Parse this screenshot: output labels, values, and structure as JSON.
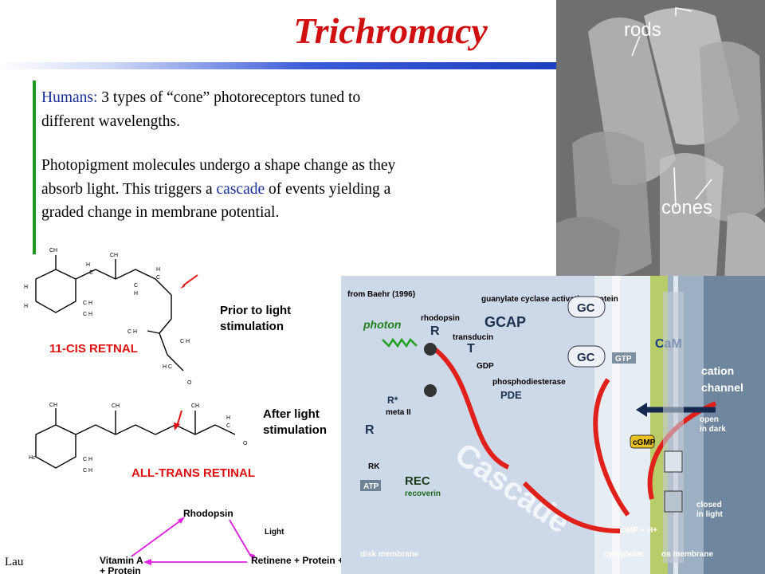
{
  "slide": {
    "title": "Trichromacy",
    "paragraph1_lead": "Humans:",
    "paragraph1_rest": " 3 types of “cone” photoreceptors tuned to different wavelengths.",
    "paragraph2_a": "Photopigment molecules undergo a shape change as they absorb light. This triggers a ",
    "paragraph2_link": "cascade",
    "paragraph2_b": " of events yielding a graded change in membrane potential.",
    "footer": "Lau"
  },
  "photo": {
    "rods_label": "rods",
    "cones_label": "cones"
  },
  "retinal": {
    "cis_name": "11-CIS RETNAL",
    "cis_caption": "Prior to light stimulation",
    "trans_name": "ALL-TRANS RETINAL",
    "trans_caption": "After light stimulation",
    "arrow_color": "#e01010",
    "name_color": "#e01010"
  },
  "cycle": {
    "rhodopsin": "Rhodopsin",
    "light": "Light",
    "vitamin_a": "Vitamin A",
    "protein": "+ Protein",
    "retinene": "Retinene + Protein +",
    "arrow_color": "#e020e0"
  },
  "cascade": {
    "source": "from Baehr (1996)",
    "photon": "photon",
    "rhodopsin": "rhodopsin",
    "R": "R",
    "transducin": "transducin",
    "T": "T",
    "gcap_label": "guanylate cyclase activating protein",
    "GCAP": "GCAP",
    "GC": "GC",
    "CaM": "CaM",
    "cation_channel": "cation channel",
    "gdp": "GDP",
    "gtp": "GTP",
    "pde_label": "phosphodiesterase",
    "PDE": "PDE",
    "cascade_word": "Cascade",
    "meta": "meta II",
    "RK": "RK",
    "ATP": "ATP",
    "REC": "REC",
    "recoverin": "recoverin",
    "cGMP": "cGMP",
    "open_in_dark": "open in dark",
    "closed_in_light": "closed in light",
    "gmp": "GMP + H+",
    "disk_membrane": "disk membrane",
    "cytoplasm": "cytoplasm",
    "os_membrane": "os membrane",
    "accent": "#e0201a"
  }
}
